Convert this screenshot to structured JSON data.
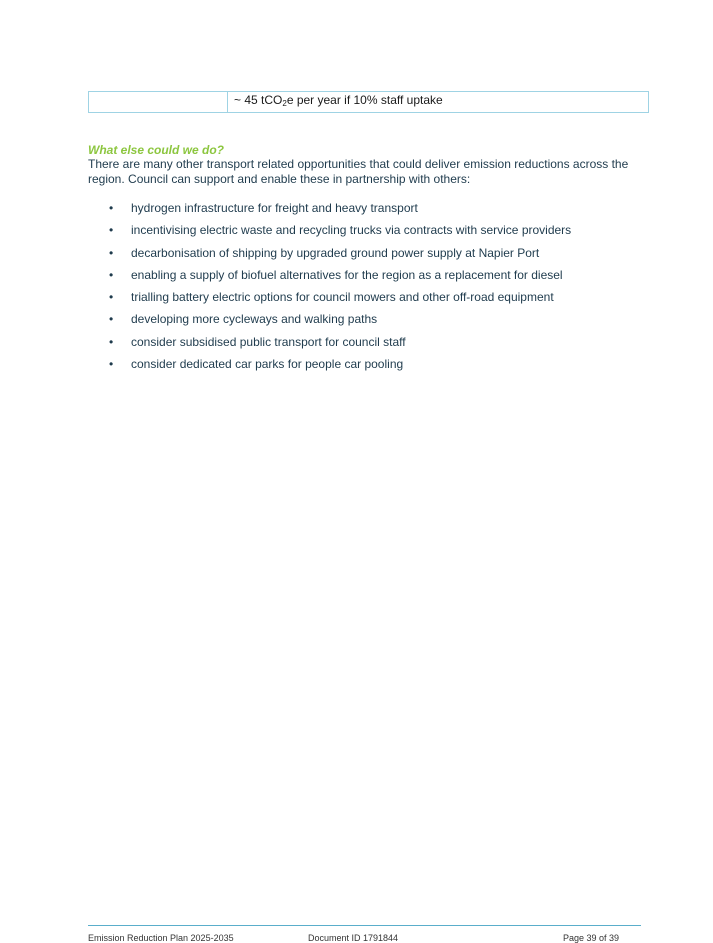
{
  "table": {
    "value_prefix": "~ 45 tCO",
    "value_sub": "2",
    "value_suffix": "e per year if 10% staff uptake"
  },
  "section": {
    "heading": "What else could we do?",
    "intro": "There are many other transport related opportunities that could deliver emission reductions across the region. Council can support and enable these in partnership with others:",
    "bullet_glyph": "•",
    "items": [
      "hydrogen infrastructure for freight and heavy transport",
      "incentivising electric waste and recycling trucks via contracts with service providers",
      "decarbonisation of shipping by upgraded ground power supply at Napier Port",
      "enabling a supply of biofuel alternatives for the region as a replacement for diesel",
      "trialling battery electric options for council mowers and other off-road equipment",
      "developing more cycleways and walking paths",
      "consider subsidised public transport for council staff",
      "consider dedicated car parks for people car pooling"
    ]
  },
  "footer": {
    "left": "Emission Reduction Plan 2025-2035",
    "middle": "Document ID 1791844",
    "right": "Page 39 of 39"
  },
  "colors": {
    "heading_green": "#8cc63f",
    "table_border": "#9fd3e4",
    "body_text": "#1f3b4d",
    "footer_rule": "#5aaecb"
  }
}
